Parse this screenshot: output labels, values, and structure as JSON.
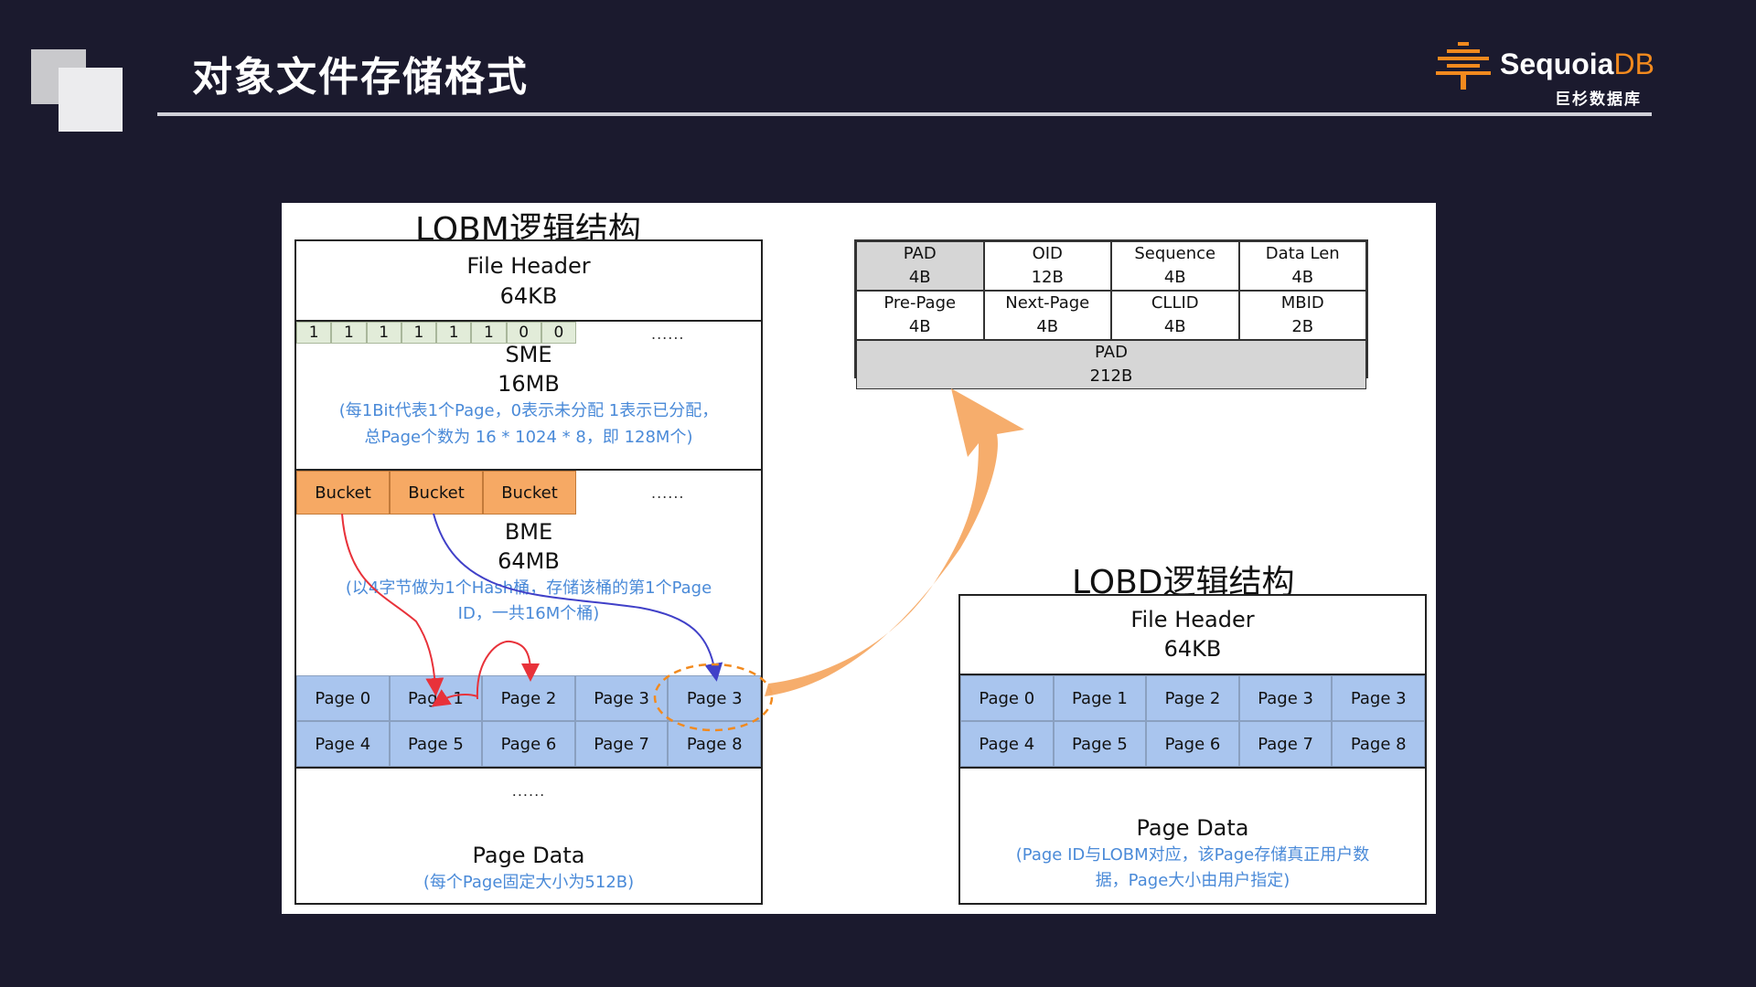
{
  "header": {
    "title": "对象文件存储格式",
    "logo_name_main": "Sequoia",
    "logo_name_accent": "DB",
    "logo_sub": "巨杉数据库"
  },
  "lobm": {
    "title": "LOBM逻辑结构",
    "file_header": "File Header",
    "file_header_size": "64KB",
    "bits": [
      "1",
      "1",
      "1",
      "1",
      "1",
      "1",
      "0",
      "0"
    ],
    "ellipsis": "......",
    "sme_name": "SME",
    "sme_size": "16MB",
    "sme_note_1": "(每1Bit代表1个Page，0表示未分配 1表示已分配，",
    "sme_note_2": "总Page个数为 16 * 1024 * 8，即 128M个)",
    "buckets": [
      "Bucket",
      "Bucket",
      "Bucket"
    ],
    "bme_name": "BME",
    "bme_size": "64MB",
    "bme_note_1": "(以4字节做为1个Hash桶，存储该桶的第1个Page",
    "bme_note_2": "ID，一共16M个桶)",
    "pages_row1": [
      "Page 0",
      "Page 1",
      "Page 2",
      "Page 3",
      "Page 3"
    ],
    "pages_row2": [
      "Page 4",
      "Page 5",
      "Page 6",
      "Page 7",
      "Page 8"
    ],
    "page_data": "Page Data",
    "page_data_note": "(每个Page固定大小为512B)"
  },
  "meta_table": {
    "row1": [
      {
        "name": "PAD",
        "size": "4B",
        "grey": true
      },
      {
        "name": "OID",
        "size": "12B",
        "grey": false
      },
      {
        "name": "Sequence",
        "size": "4B",
        "grey": false
      },
      {
        "name": "Data Len",
        "size": "4B",
        "grey": false
      }
    ],
    "row2": [
      {
        "name": "Pre-Page",
        "size": "4B",
        "grey": false
      },
      {
        "name": "Next-Page",
        "size": "4B",
        "grey": false
      },
      {
        "name": "CLLID",
        "size": "4B",
        "grey": false
      },
      {
        "name": "MBID",
        "size": "2B",
        "grey": false
      }
    ],
    "row3": {
      "name": "PAD",
      "size": "212B",
      "grey": true
    }
  },
  "lobd": {
    "title": "LOBD逻辑结构",
    "file_header": "File Header",
    "file_header_size": "64KB",
    "pages_row1": [
      "Page 0",
      "Page 1",
      "Page 2",
      "Page 3",
      "Page 3"
    ],
    "pages_row2": [
      "Page 4",
      "Page 5",
      "Page 6",
      "Page 7",
      "Page 8"
    ],
    "page_data": "Page Data",
    "page_data_note_1": "(Page ID与LOBM对应，该Page存储真正用户数",
    "page_data_note_2": "据，Page大小由用户指定)"
  },
  "colors": {
    "background": "#1b1a2e",
    "accent": "#f28a1e",
    "page_cell": "#a9c5ee",
    "bucket_cell": "#f6a964",
    "bit_cell": "#e2ecd9",
    "note_text": "#4a8ad8",
    "red_arrow": "#e8323a",
    "blue_arrow": "#4040c8"
  }
}
